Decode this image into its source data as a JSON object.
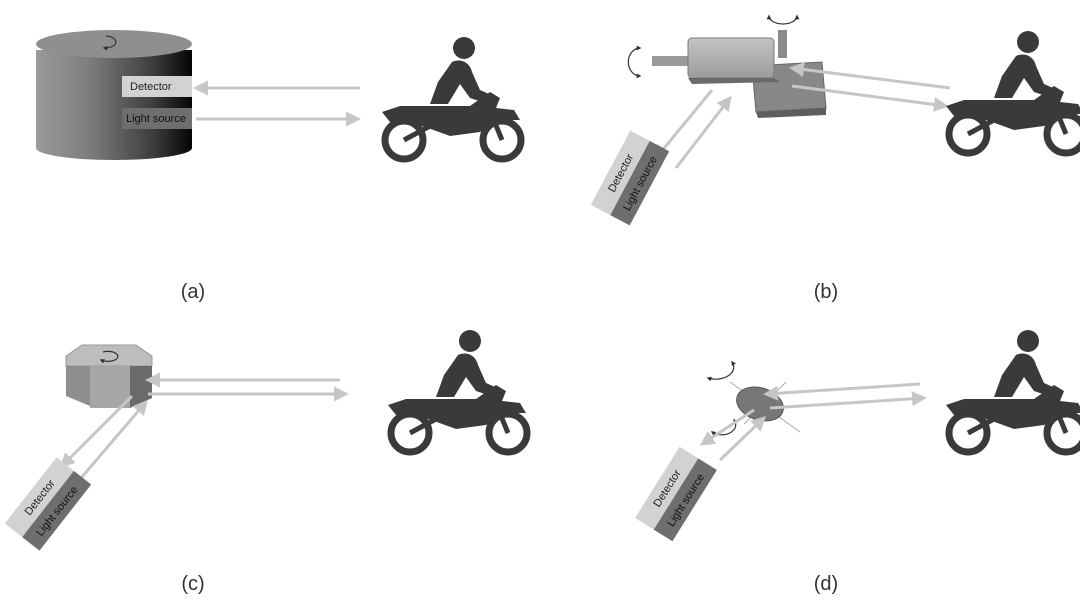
{
  "panels": [
    {
      "caption": "(a)",
      "detector": "Detector",
      "light_source": "Light source"
    },
    {
      "caption": "(b)",
      "detector": "Detector",
      "light_source": "Light source"
    },
    {
      "caption": "(c)",
      "detector": "Detector",
      "light_source": "Light source"
    },
    {
      "caption": "(d)",
      "detector": "Detector",
      "light_source": "Light source"
    }
  ],
  "colors": {
    "beam": "#c6c6c6",
    "detector_box": "#d2d2d2",
    "light_source_box": "#6e6e6e",
    "rider": "#3a3a3a",
    "arrow": "#333333"
  }
}
